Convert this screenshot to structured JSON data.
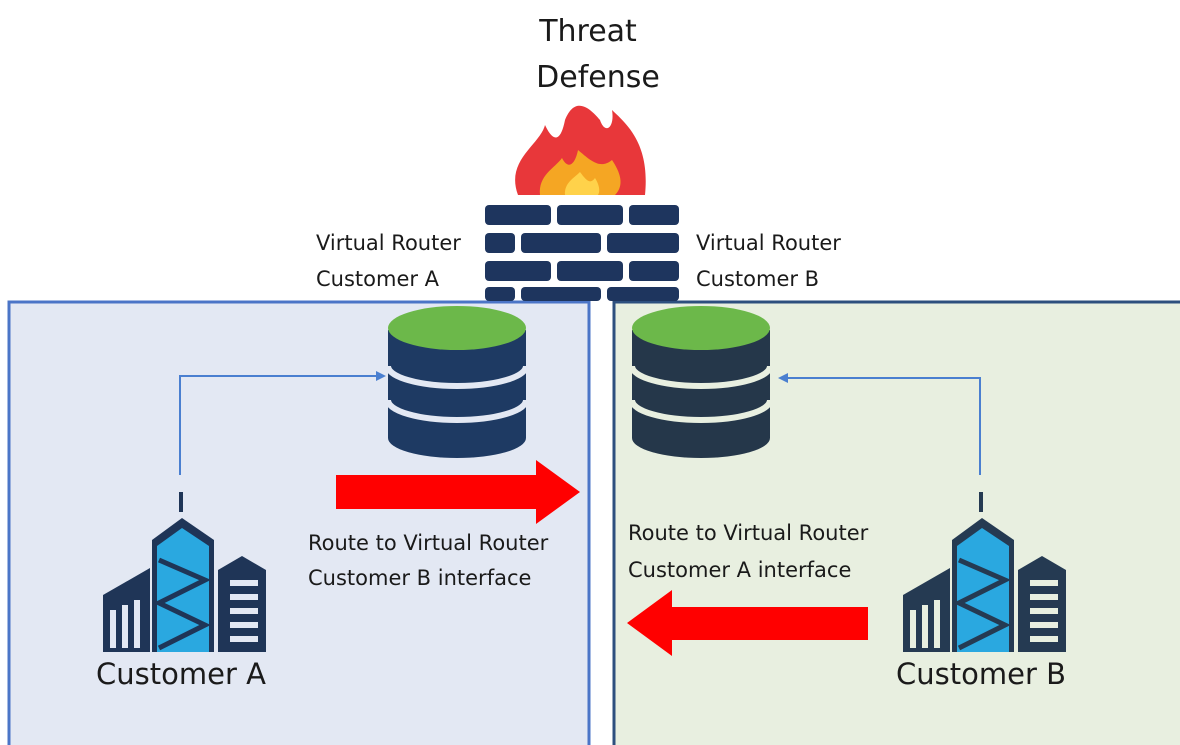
{
  "title_lines": [
    "Threat",
    "Defense"
  ],
  "vr_label_a": [
    "Virtual Router",
    "Customer A"
  ],
  "vr_label_b": [
    "Virtual Router",
    "Customer B"
  ],
  "route_label_a": [
    "Route to Virtual Router",
    "Customer B interface"
  ],
  "route_label_b": [
    "Route to Virtual Router",
    "Customer A interface"
  ],
  "customer_a": "Customer A",
  "customer_b": "Customer B",
  "colors": {
    "zone_a_fill": "#e3e8f3",
    "zone_a_border": "#4b75c7",
    "zone_b_fill": "#e8efe0",
    "zone_b_border": "#2d4f7e",
    "arrow": "#ff0000",
    "connector": "#4a7fd0",
    "db_top": "#6cb84a",
    "db_body_a": "#1e3a63",
    "db_body_b": "#25374a",
    "firewall": "#1e355e",
    "flame_outer": "#e8373a",
    "flame_inner": "#f5a623",
    "building_dark": "#1f3557",
    "building_accent": "#2aa8e0"
  },
  "icons": {
    "firewall": "firewall-icon",
    "router_a": "database-icon",
    "router_b": "database-icon",
    "building_a": "building-icon",
    "building_b": "building-icon"
  }
}
